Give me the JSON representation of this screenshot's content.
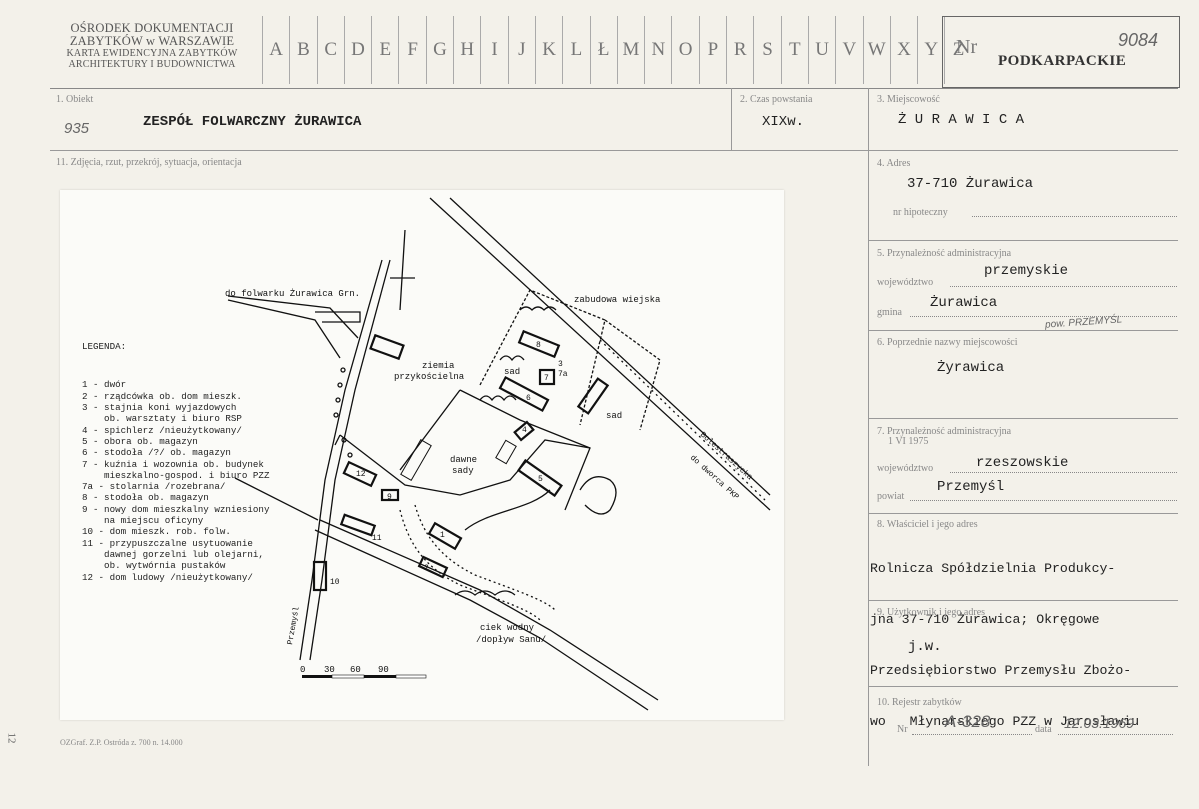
{
  "header": {
    "org_lines": [
      "OŚRODEK DOKUMENTACJI",
      "ZABYTKÓW w WARSZAWIE"
    ],
    "card_lines": [
      "KARTA EWIDENCYJNA ZABYTKÓW",
      "ARCHITEKTURY I BUDOWNICTWA"
    ],
    "letters": [
      "A",
      "B",
      "C",
      "D",
      "E",
      "F",
      "G",
      "H",
      "I",
      "J",
      "K",
      "L",
      "Ł",
      "M",
      "N",
      "O",
      "P",
      "R",
      "S",
      "T",
      "U",
      "V",
      "W",
      "X",
      "Y",
      "Z"
    ],
    "nr_label": "Nr",
    "region": "PODKARPACKIE",
    "card_number": "9084"
  },
  "fields": {
    "obiekt_label": "1. Obiekt",
    "obiekt_number": "935",
    "obiekt_value": "ZESPÓŁ  FOLWARCZNY  ŻURAWICA",
    "czas_label": "2. Czas powstania",
    "czas_value": "XIXw.",
    "miejscowosc_label": "3. Miejscowość",
    "miejscowosc_value": "Ż U R A W I C A",
    "zdjecia_label": "11. Zdjęcia, rzut, przekrój, sytuacja, orientacja",
    "adres_label": "4. Adres",
    "adres_value": "37-710 Żurawica",
    "hipoteczny_label": "nr hipoteczny",
    "przyn_label": "5. Przynależność administracyjna",
    "woj_label": "województwo",
    "woj_value": "przemyskie",
    "gmina_label": "gmina",
    "gmina_value": "Żurawica",
    "pow_note": "pow. PRZEMYŚL",
    "poprzednie_label": "6. Poprzednie nazwy miejscowości",
    "poprzednie_value": "Żyrawica",
    "przyn1975_label": "7. Przynależność administracyjna",
    "przyn1975_date": "1 VI 1975",
    "woj2_label": "województwo",
    "woj2_value": "rzeszowskie",
    "powiat_label": "powiat",
    "powiat_value": "Przemyśl",
    "wlasciciel_label": "8. Właściciel i jego adres",
    "wlasciciel_lines": [
      "Rolnicza Spółdzielnia Produkcy-",
      "jna 37-710 Żurawica; Okręgowe",
      "Przedsiębiorstwo Przemysłu Zbożo-",
      "wo   Młynarskiego PZZ w Jarosławiu"
    ],
    "uzytkownik_label": "9. Użytkownik i jego adres",
    "uzytkownik_value": "j.w.",
    "rejestr_label": "10. Rejestr zabytków",
    "rejestr_nr_label": "Nr",
    "rejestr_nr_value": "A-328",
    "rejestr_data_label": "data",
    "rejestr_data_value": "12.03.1969"
  },
  "footer": {
    "print_info": "OZGraf. Z.P. Ostróda z. 700 n. 14.000",
    "side_number": "12"
  },
  "map": {
    "legend_title": "LEGENDA:",
    "legend_lines": [
      "1 - dwór",
      "2 - rządcówka ob. dom mieszk.",
      "3 - stajnia koni wyjazdowych",
      "    ob. warsztaty i biuro RSP",
      "4 - spichlerz /nieużytkowany/",
      "5 - obora ob. magazyn",
      "6 - stodoła /?/ ob. magazyn",
      "7 - kuźnia i wozownia ob. budynek",
      "    mieszkalno-gospod. i biuro PZZ",
      "7a - stolarnia /rozebrana/",
      "8 - stodoła ob. magazyn",
      "9 - nowy dom mieszkalny wzniesiony",
      "    na miejscu oficyny",
      "10 - dom mieszk. rob. folw.",
      "11 - przypuszczalne usytuowanie",
      "    dawnej gorzelni lub olejarni,",
      "    ob. wytwórnia pustaków",
      "12 - dom ludowy /nieużytkowany/"
    ],
    "labels": {
      "folwark": "do folwarku Żurawica Grn.",
      "zabudowa": "zabudowa wiejska",
      "ziemia1": "ziemia",
      "ziemia2": "przykościelna",
      "sad1": "sad",
      "sad2": "sad",
      "dawne1": "dawne",
      "dawne2": "sady",
      "ciek1": "ciek wodny",
      "ciek2": "/dopływ Sanu/",
      "bolestr": "Bolestraszycka",
      "dworzec": "do dworca PKP",
      "przemysl": "Przemyśl"
    },
    "building_numbers": [
      "1",
      "2",
      "3",
      "4",
      "5",
      "6",
      "7",
      "7a",
      "8",
      "9",
      "10",
      "11",
      "12"
    ],
    "scale": [
      "0",
      "30",
      "60",
      "90"
    ]
  }
}
